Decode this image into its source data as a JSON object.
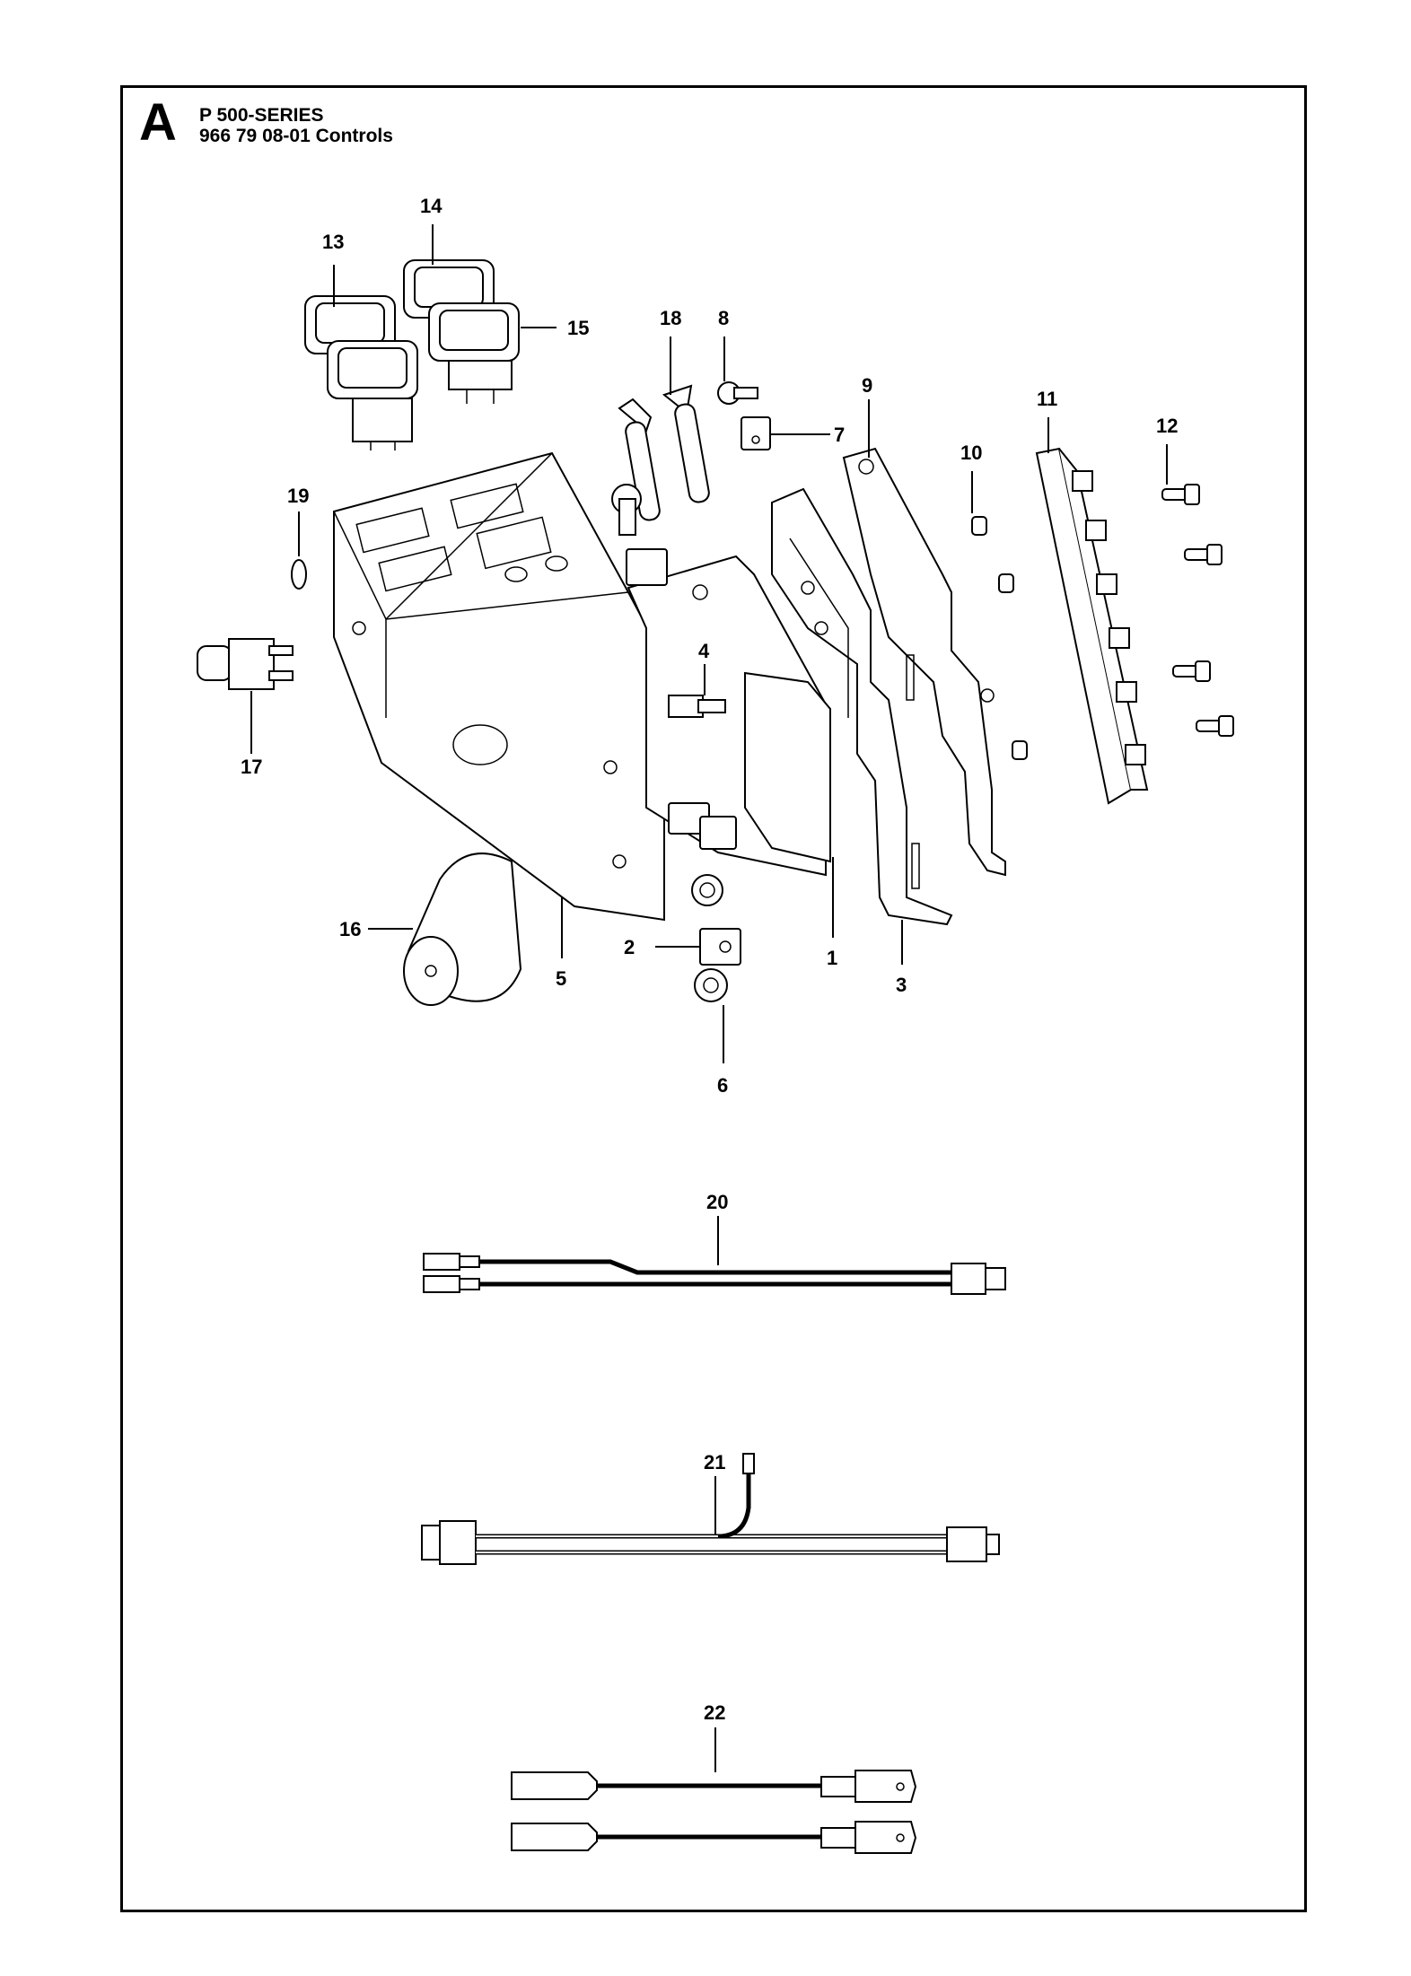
{
  "header": {
    "section_letter": "A",
    "series": "P 500-SERIES",
    "part_title": "966 79 08-01 Controls"
  },
  "callouts": {
    "c1": "1",
    "c2": "2",
    "c3": "3",
    "c4": "4",
    "c5": "5",
    "c6": "6",
    "c7": "7",
    "c8": "8",
    "c9": "9",
    "c10": "10",
    "c11": "11",
    "c12": "12",
    "c13": "13",
    "c14": "14",
    "c15": "15",
    "c16": "16",
    "c17": "17",
    "c18": "18",
    "c19": "19",
    "c20": "20",
    "c21": "21",
    "c22": "22"
  }
}
